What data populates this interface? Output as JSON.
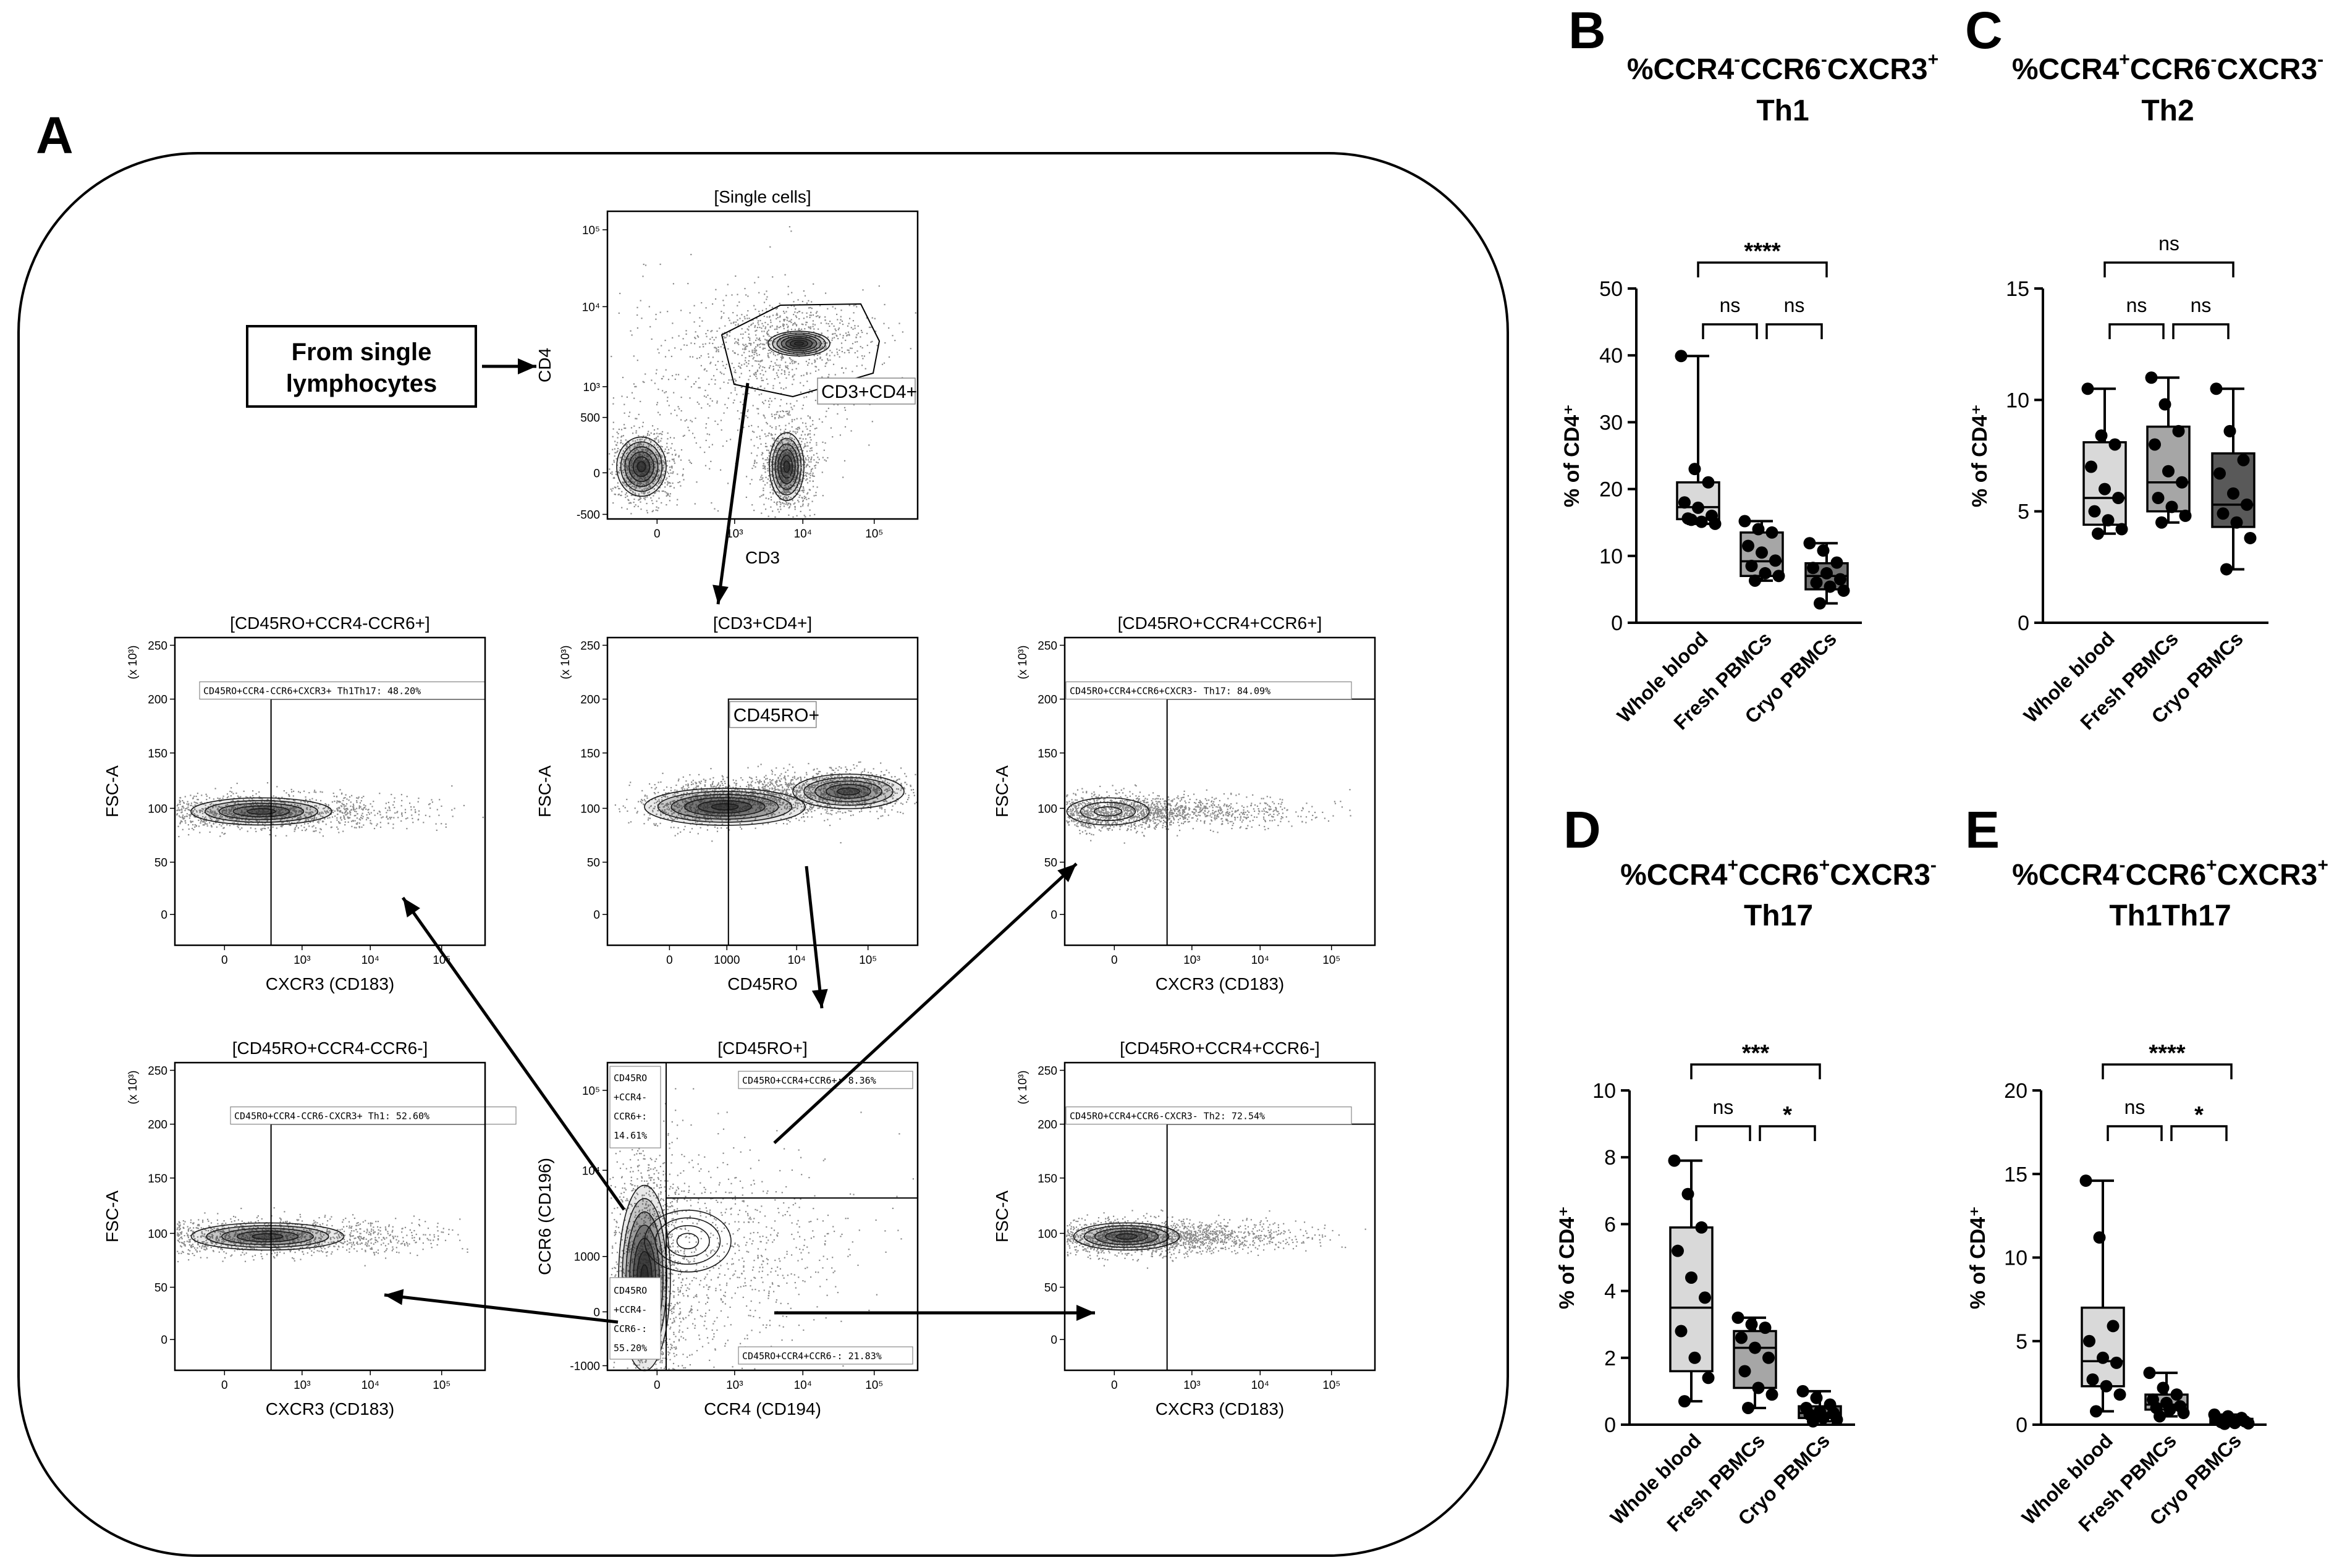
{
  "panel_letters": {
    "A": "A",
    "B": "B",
    "C": "C",
    "D": "D",
    "E": "E"
  },
  "flow": {
    "start_box": [
      "From single",
      "lymphocytes"
    ],
    "plots": [
      {
        "id": "top",
        "title": "[Single cells]",
        "xlabel": "CD3",
        "ylabel": "CD4",
        "x_ticks": [
          "0",
          "10³",
          "10⁴",
          "10⁵"
        ],
        "y_ticks": [
          "10⁵",
          "10⁴",
          "10³",
          "500",
          "0",
          "-500"
        ],
        "gate_label": "CD3+CD4+"
      },
      {
        "id": "mid-left",
        "title": "[CD45RO+CCR4-CCR6+]",
        "xlabel": "CXCR3 (CD183)",
        "ylabel": "FSC-A",
        "y_mult": "(x 10³)",
        "x_ticks": [
          "0",
          "10³",
          "10⁴",
          "10⁵"
        ],
        "y_ticks": [
          "250",
          "200",
          "150",
          "100",
          "50",
          "0"
        ],
        "gate_label": "CD45RO+CCR4-CCR6+CXCR3+ Th1Th17: 48.20%"
      },
      {
        "id": "mid-center",
        "title": "[CD3+CD4+]",
        "xlabel": "CD45RO",
        "ylabel": "FSC-A",
        "y_mult": "(x 10³)",
        "x_ticks": [
          "0",
          "1000",
          "10⁴",
          "10⁵"
        ],
        "y_ticks": [
          "250",
          "200",
          "150",
          "100",
          "50",
          "0"
        ],
        "gate_label": "CD45RO+"
      },
      {
        "id": "mid-right",
        "title": "[CD45RO+CCR4+CCR6+]",
        "xlabel": "CXCR3 (CD183)",
        "ylabel": "FSC-A",
        "y_mult": "(x 10³)",
        "x_ticks": [
          "0",
          "10³",
          "10⁴",
          "10⁵"
        ],
        "y_ticks": [
          "250",
          "200",
          "150",
          "100",
          "50",
          "0"
        ],
        "gate_label": "CD45RO+CCR4+CCR6+CXCR3- Th17: 84.09%"
      },
      {
        "id": "bot-left",
        "title": "[CD45RO+CCR4-CCR6-]",
        "xlabel": "CXCR3 (CD183)",
        "ylabel": "FSC-A",
        "y_mult": "(x 10³)",
        "x_ticks": [
          "0",
          "10³",
          "10⁴",
          "10⁵"
        ],
        "y_ticks": [
          "250",
          "200",
          "150",
          "100",
          "50",
          "0"
        ],
        "gate_label": "CD45RO+CCR4-CCR6-CXCR3+ Th1: 52.60%"
      },
      {
        "id": "bot-center",
        "title": "[CD45RO+]",
        "xlabel": "CCR4 (CD194)",
        "ylabel": "CCR6 (CD196)",
        "x_ticks": [
          "0",
          "10³",
          "10⁴",
          "10⁵"
        ],
        "y_ticks": [
          "10⁵",
          "10⁴",
          "1000",
          "0",
          "-1000"
        ],
        "gate_labels": {
          "tl": [
            "CD45RO",
            "+CCR4-",
            "CCR6+:",
            "14.61%"
          ],
          "tr": "CD45RO+CCR4+CCR6+: 8.36%",
          "bl": [
            "CD45RO",
            "+CCR4-",
            "CCR6-:",
            "55.20%"
          ],
          "br": "CD45RO+CCR4+CCR6-: 21.83%"
        }
      },
      {
        "id": "bot-right",
        "title": "[CD45RO+CCR4+CCR6-]",
        "xlabel": "CXCR3 (CD183)",
        "ylabel": "FSC-A",
        "y_mult": "(x 10³)",
        "x_ticks": [
          "0",
          "10³",
          "10⁴",
          "10⁵"
        ],
        "y_ticks": [
          "250",
          "200",
          "150",
          "100",
          "50",
          "0"
        ],
        "gate_label": "CD45RO+CCR4+CCR6-CXCR3- Th2: 72.54%"
      }
    ]
  },
  "chart_data": [
    {
      "panel": "B",
      "type": "box",
      "title_html": [
        "%CCR4",
        "-",
        "CCR6",
        "-",
        "CXCR3",
        "+"
      ],
      "subtitle": "Th1",
      "ylabel": "% of CD4⁺",
      "ylim": [
        0,
        50
      ],
      "yticks": [
        0,
        10,
        20,
        30,
        40,
        50
      ],
      "categories": [
        "Whole blood",
        "Fresh PBMCs",
        "Cryo PBMCs"
      ],
      "box_colors": [
        "#d9d9d9",
        "#a6a6a6",
        "#737373"
      ],
      "boxes": [
        {
          "min": 14.8,
          "q1": 15.5,
          "median": 17.3,
          "q3": 21.0,
          "max": 39.9
        },
        {
          "min": 6.3,
          "q1": 7.0,
          "median": 9.2,
          "q3": 13.5,
          "max": 15.2
        },
        {
          "min": 2.9,
          "q1": 5.0,
          "median": 7.0,
          "q3": 8.9,
          "max": 11.9
        }
      ],
      "points": [
        [
          39.9,
          23.0,
          21.0,
          18.0,
          17.2,
          16.0,
          15.6,
          15.1,
          14.8,
          15.4
        ],
        [
          15.2,
          14.0,
          13.5,
          11.5,
          10.5,
          9.3,
          8.5,
          7.4,
          7.0,
          6.3
        ],
        [
          11.9,
          10.8,
          9.0,
          8.2,
          7.4,
          6.5,
          6.0,
          5.4,
          4.8,
          2.9
        ]
      ],
      "comparisons": [
        {
          "from": 0,
          "to": 1,
          "label": "ns",
          "level": 1
        },
        {
          "from": 1,
          "to": 2,
          "label": "ns",
          "level": 1
        },
        {
          "from": 0,
          "to": 2,
          "label": "****",
          "level": 2
        }
      ]
    },
    {
      "panel": "C",
      "type": "box",
      "title_html": [
        "%CCR4",
        "+",
        "CCR6",
        "-",
        "CXCR3",
        "-"
      ],
      "subtitle": "Th2",
      "ylabel": "% of CD4⁺",
      "ylim": [
        0,
        15
      ],
      "yticks": [
        0,
        5,
        10,
        15
      ],
      "categories": [
        "Whole blood",
        "Fresh PBMCs",
        "Cryo PBMCs"
      ],
      "box_colors": [
        "#d9d9d9",
        "#a6a6a6",
        "#595959"
      ],
      "boxes": [
        {
          "min": 4.0,
          "q1": 4.4,
          "median": 5.6,
          "q3": 8.1,
          "max": 10.5
        },
        {
          "min": 4.5,
          "q1": 5.0,
          "median": 6.3,
          "q3": 8.8,
          "max": 11.0
        },
        {
          "min": 2.4,
          "q1": 4.3,
          "median": 5.3,
          "q3": 7.6,
          "max": 10.5
        }
      ],
      "points": [
        [
          10.5,
          8.4,
          8.0,
          7.0,
          6.0,
          5.6,
          5.0,
          4.6,
          4.2,
          4.0
        ],
        [
          11.0,
          9.8,
          8.6,
          8.0,
          6.8,
          6.3,
          5.6,
          5.2,
          4.8,
          4.5
        ],
        [
          10.5,
          8.6,
          7.3,
          6.7,
          5.8,
          5.3,
          4.9,
          4.5,
          3.8,
          2.4
        ]
      ],
      "comparisons": [
        {
          "from": 0,
          "to": 1,
          "label": "ns",
          "level": 1
        },
        {
          "from": 1,
          "to": 2,
          "label": "ns",
          "level": 1
        },
        {
          "from": 0,
          "to": 2,
          "label": "ns",
          "level": 2
        }
      ]
    },
    {
      "panel": "D",
      "type": "box",
      "title_html": [
        "%CCR4",
        "+",
        "CCR6",
        "+",
        "CXCR3",
        "-"
      ],
      "subtitle": "Th17",
      "ylabel": "% of CD4⁺",
      "ylim": [
        0,
        10
      ],
      "yticks": [
        0,
        2,
        4,
        6,
        8,
        10
      ],
      "categories": [
        "Whole blood",
        "Fresh PBMCs",
        "Cryo PBMCs"
      ],
      "box_colors": [
        "#d9d9d9",
        "#a6a6a6",
        "#737373"
      ],
      "boxes": [
        {
          "min": 0.7,
          "q1": 1.6,
          "median": 3.5,
          "q3": 5.9,
          "max": 7.9
        },
        {
          "min": 0.5,
          "q1": 1.1,
          "median": 2.3,
          "q3": 2.8,
          "max": 3.2
        },
        {
          "min": 0.1,
          "q1": 0.2,
          "median": 0.35,
          "q3": 0.55,
          "max": 1.0
        }
      ],
      "points": [
        [
          7.9,
          6.9,
          5.9,
          5.2,
          4.4,
          3.8,
          2.8,
          2.0,
          1.4,
          0.7
        ],
        [
          3.2,
          3.0,
          2.9,
          2.6,
          2.3,
          2.0,
          1.6,
          1.1,
          0.9,
          0.5
        ],
        [
          1.0,
          0.8,
          0.6,
          0.5,
          0.4,
          0.35,
          0.3,
          0.2,
          0.15,
          0.1
        ]
      ],
      "comparisons": [
        {
          "from": 0,
          "to": 1,
          "label": "ns",
          "level": 1
        },
        {
          "from": 1,
          "to": 2,
          "label": "*",
          "level": 1
        },
        {
          "from": 0,
          "to": 2,
          "label": "***",
          "level": 2
        }
      ]
    },
    {
      "panel": "E",
      "type": "box",
      "title_html": [
        "%CCR4",
        "-",
        "CCR6",
        "+",
        "CXCR3",
        "+"
      ],
      "subtitle": "Th1Th17",
      "ylabel": "% of CD4⁺",
      "ylim": [
        0,
        20
      ],
      "yticks": [
        0,
        5,
        10,
        15,
        20
      ],
      "categories": [
        "Whole blood",
        "Fresh PBMCs",
        "Cryo PBMCs"
      ],
      "box_colors": [
        "#d9d9d9",
        "#a6a6a6",
        "#737373"
      ],
      "boxes": [
        {
          "min": 0.8,
          "q1": 2.3,
          "median": 3.8,
          "q3": 7.0,
          "max": 14.6
        },
        {
          "min": 0.5,
          "q1": 0.9,
          "median": 1.2,
          "q3": 1.8,
          "max": 3.1
        },
        {
          "min": 0.05,
          "q1": 0.1,
          "median": 0.2,
          "q3": 0.35,
          "max": 0.6
        }
      ],
      "points": [
        [
          14.6,
          11.2,
          5.9,
          5.0,
          4.0,
          3.7,
          2.7,
          2.3,
          1.8,
          0.8
        ],
        [
          3.1,
          2.2,
          1.8,
          1.5,
          1.3,
          1.1,
          1.0,
          0.9,
          0.7,
          0.5
        ],
        [
          0.6,
          0.5,
          0.4,
          0.3,
          0.25,
          0.2,
          0.15,
          0.1,
          0.08,
          0.05
        ]
      ],
      "comparisons": [
        {
          "from": 0,
          "to": 1,
          "label": "ns",
          "level": 1
        },
        {
          "from": 1,
          "to": 2,
          "label": "*",
          "level": 1
        },
        {
          "from": 0,
          "to": 2,
          "label": "****",
          "level": 2
        }
      ]
    }
  ]
}
